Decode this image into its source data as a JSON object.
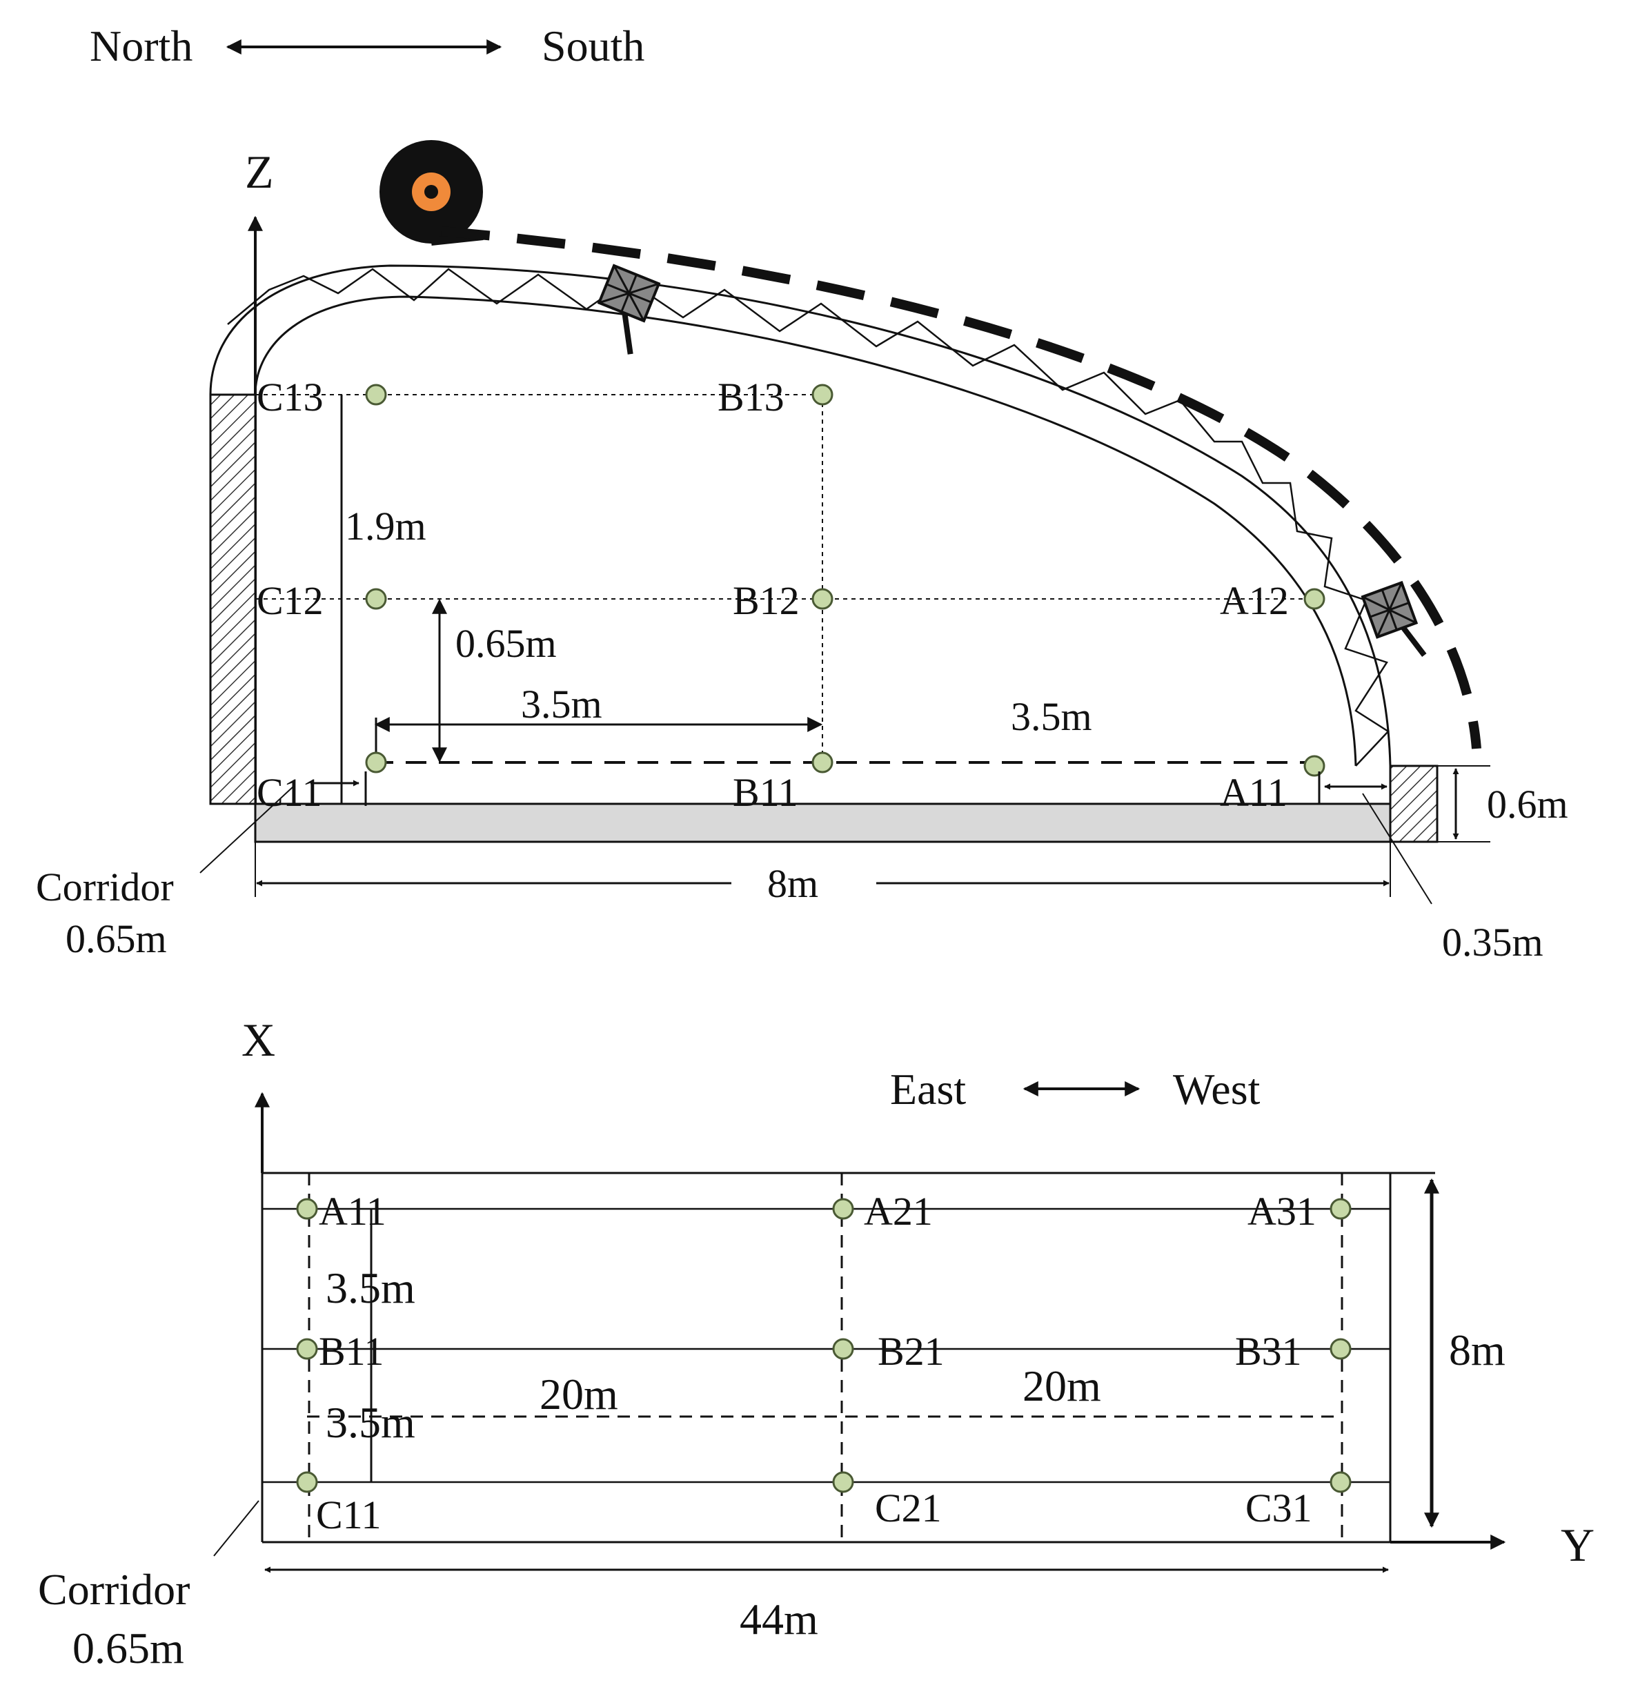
{
  "colors": {
    "sensor_fill": "#c7d9a8",
    "sensor_stroke": "#4a5a34",
    "floor_fill": "#d9d9d9",
    "line": "#111111",
    "roller_accent": "#f08a3a"
  },
  "section_view": {
    "direction_left": "North",
    "direction_right": "South",
    "axis_vertical": "Z",
    "points": {
      "c13": "C13",
      "b13": "B13",
      "c12": "C12",
      "b12": "B12",
      "a12": "A12",
      "c11": "C11",
      "b11": "B11",
      "a11": "A11"
    },
    "dimensions": {
      "height_1_9": "1.9m",
      "height_0_65": "0.65m",
      "span_left": "3.5m",
      "span_right": "3.5m",
      "wall_height": "0.6m",
      "width": "8m",
      "corridor_label": "Corridor",
      "corridor_width": "0.65m",
      "south_gap": "0.35m"
    }
  },
  "plan_view": {
    "direction_left": "East",
    "direction_right": "West",
    "axis_vertical": "X",
    "axis_horizontal": "Y",
    "points": {
      "a11": "A11",
      "a21": "A21",
      "a31": "A31",
      "b11": "B11",
      "b21": "B21",
      "b31": "B31",
      "c11": "C11",
      "c21": "C21",
      "c31": "C31"
    },
    "dimensions": {
      "row_spacing_top": "3.5m",
      "row_spacing_bottom": "3.5m",
      "segment_left": "20m",
      "segment_right": "20m",
      "width": "8m",
      "length": "44m",
      "corridor_label": "Corridor",
      "corridor_width": "0.65m"
    }
  }
}
